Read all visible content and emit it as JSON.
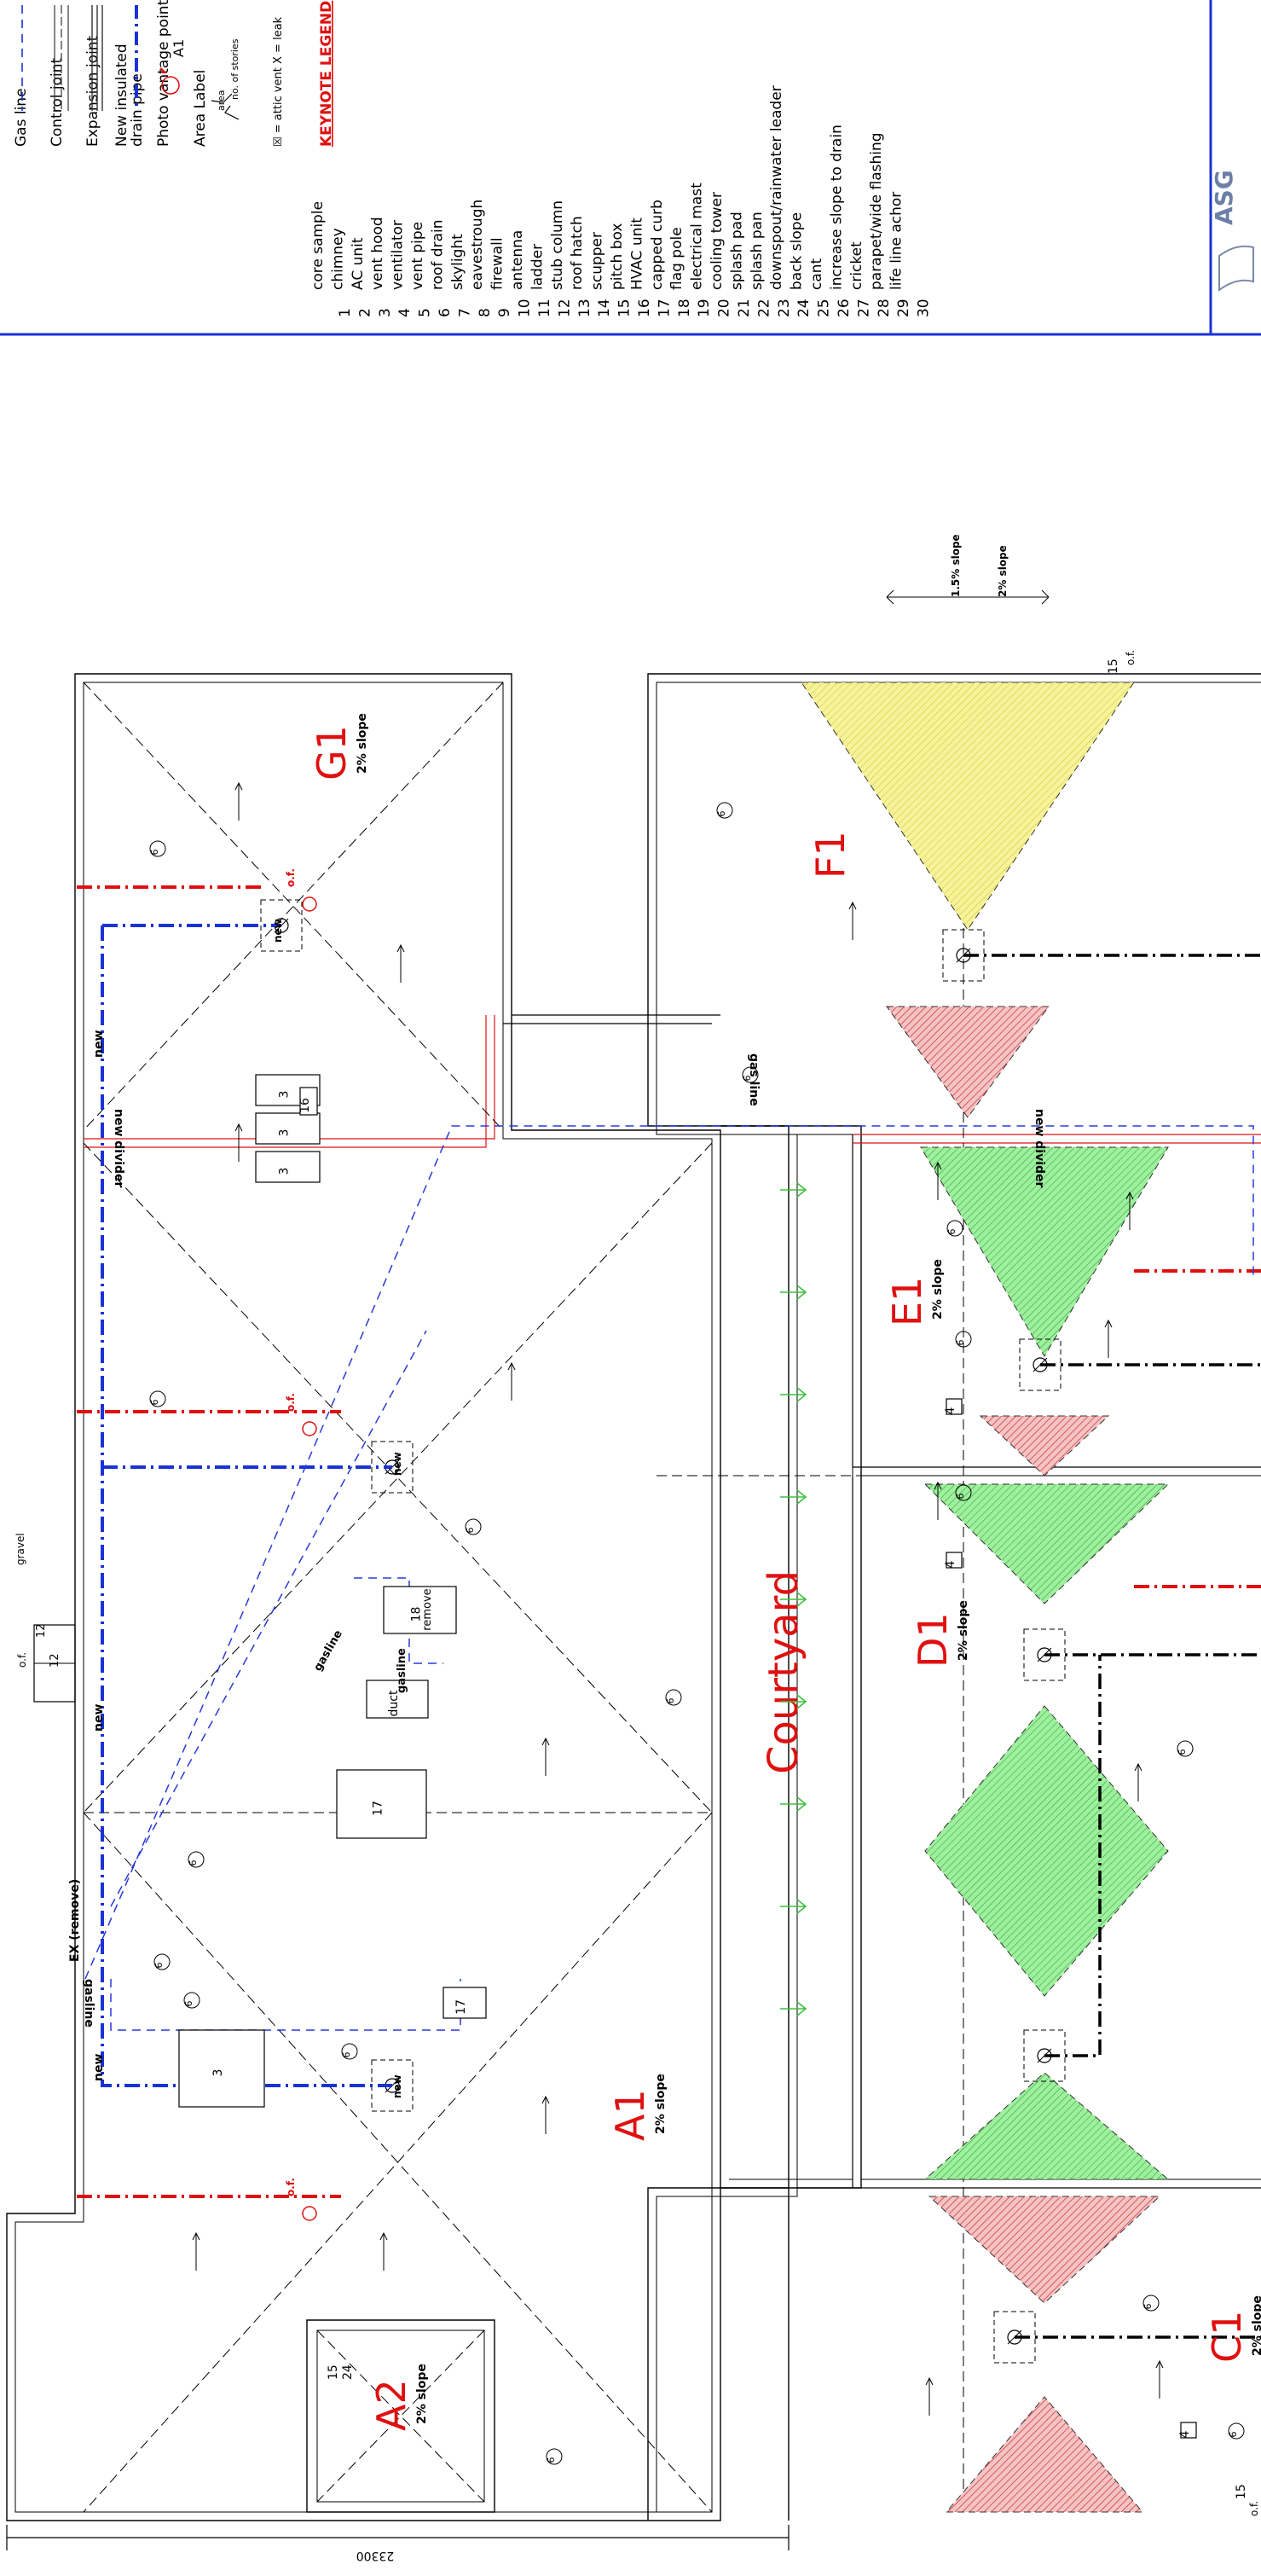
{
  "legend": {
    "lines": [
      {
        "key": "gas",
        "label": "Gas line"
      },
      {
        "key": "control",
        "label": "Control joint"
      },
      {
        "key": "expansion",
        "label": "Expansion joint"
      },
      {
        "key": "drain",
        "label": "New insulated\ndrain pipe"
      },
      {
        "key": "photo",
        "label": "Photo vantage point"
      },
      {
        "key": "area",
        "label": "Area Label"
      }
    ],
    "area_example": {
      "code": "A1",
      "sub1": "area",
      "sub2": "no. of stories"
    },
    "vent_note": "☒ = attic vent     X = leak",
    "keynote_title": "KEYNOTE LEGEND",
    "keynotes": [
      {
        "n": "1",
        "t": "core sample"
      },
      {
        "n": "2",
        "t": "chimney"
      },
      {
        "n": "3",
        "t": "AC unit"
      },
      {
        "n": "4",
        "t": "vent hood"
      },
      {
        "n": "5",
        "t": "ventilator"
      },
      {
        "n": "6",
        "t": "vent pipe"
      },
      {
        "n": "7",
        "t": "roof drain"
      },
      {
        "n": "8",
        "t": "skylight"
      },
      {
        "n": "9",
        "t": "eavestrough"
      },
      {
        "n": "10",
        "t": "firewall"
      },
      {
        "n": "11",
        "t": "antenna"
      },
      {
        "n": "12",
        "t": "ladder"
      },
      {
        "n": "13",
        "t": "stub column"
      },
      {
        "n": "14",
        "t": "roof hatch"
      },
      {
        "n": "15",
        "t": "scupper"
      },
      {
        "n": "16",
        "t": "pitch box"
      },
      {
        "n": "17",
        "t": "HVAC unit"
      },
      {
        "n": "18",
        "t": "capped curb"
      },
      {
        "n": "19",
        "t": "flag pole"
      },
      {
        "n": "20",
        "t": "electrical mast"
      },
      {
        "n": "21",
        "t": "cooling tower"
      },
      {
        "n": "22",
        "t": "splash pad"
      },
      {
        "n": "23",
        "t": "splash pan"
      },
      {
        "n": "24",
        "t": "downspout/rainwater leader"
      },
      {
        "n": "25",
        "t": "back slope"
      },
      {
        "n": "26",
        "t": "cant"
      },
      {
        "n": "27",
        "t": "increase slope to drain"
      },
      {
        "n": "28",
        "t": "cricket"
      },
      {
        "n": "29",
        "t": "parapet/wide flashing"
      },
      {
        "n": "30",
        "t": "life line achor"
      }
    ]
  },
  "areas": [
    {
      "code": "A1",
      "slope": "2% slope"
    },
    {
      "code": "A2",
      "slope": "2% slope"
    },
    {
      "code": "G1",
      "slope": "2% slope"
    },
    {
      "code": "F1",
      "slope": ""
    },
    {
      "code": "E1",
      "slope": "2% slope"
    },
    {
      "code": "D1",
      "slope": "2% slope"
    },
    {
      "code": "C1",
      "slope": "2% slope"
    }
  ],
  "courtyard": "Courtyard",
  "slope_note": {
    "a": "1.5% slope",
    "b": "2% slope"
  },
  "dimension": "23300",
  "labels": {
    "new": "new",
    "of_new": "o.f.\nnew",
    "of": "o.f.",
    "ex_remove": "EX (remove)",
    "new_divider": "new divider",
    "gas_line": "gas line",
    "gasline": "gasline",
    "gravel": "gravel",
    "duct": "duct",
    "remove": "remove"
  },
  "keynote_boxes": {
    "k3": "3",
    "k16": "16",
    "k17": "17",
    "k18": "18",
    "k4": "4",
    "k6": "6",
    "k12": "12",
    "k15": "15",
    "k24": "24"
  },
  "colors": {
    "drain": "#1a33d6",
    "gas": "#2a3ad8",
    "red": "#e01010",
    "black": "#000000",
    "yellow": "#f2ef5a",
    "green": "#7fe07f",
    "hatch_red": "#e05a5a",
    "arrow_green": "#3cc23c"
  }
}
